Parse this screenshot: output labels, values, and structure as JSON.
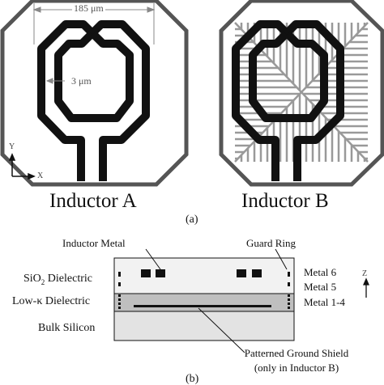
{
  "panel_a": {
    "inductor_a": {
      "label": "Inductor A",
      "width_annotation": "185 μm",
      "spacing_annotation": "3 μm"
    },
    "inductor_b": {
      "label": "Inductor B"
    },
    "axes": {
      "y": "Y",
      "x": "X"
    },
    "caption": "(a)"
  },
  "panel_b": {
    "callouts": {
      "inductor_metal": "Inductor Metal",
      "guard_ring": "Guard Ring",
      "patterned_shield_line1": "Patterned Ground Shield",
      "patterned_shield_line2": "(only in Inductor B)"
    },
    "layers": {
      "sio2": {
        "pre": "SiO",
        "sub": "2",
        "post": " Dielectric"
      },
      "low_k": "Low-κ Dielectric",
      "bulk": "Bulk Silicon"
    },
    "metal_levels": [
      "Metal 6",
      "Metal 5",
      "Metal 1-4"
    ],
    "axis_z": "Z",
    "caption": "(b)"
  },
  "colors": {
    "trace": "#111111",
    "guard_ring": "#555555",
    "shield": "#999999",
    "sio2": "#f2f2f2",
    "low_k": "#bfbfbf",
    "bulk": "#e3e3e3"
  }
}
